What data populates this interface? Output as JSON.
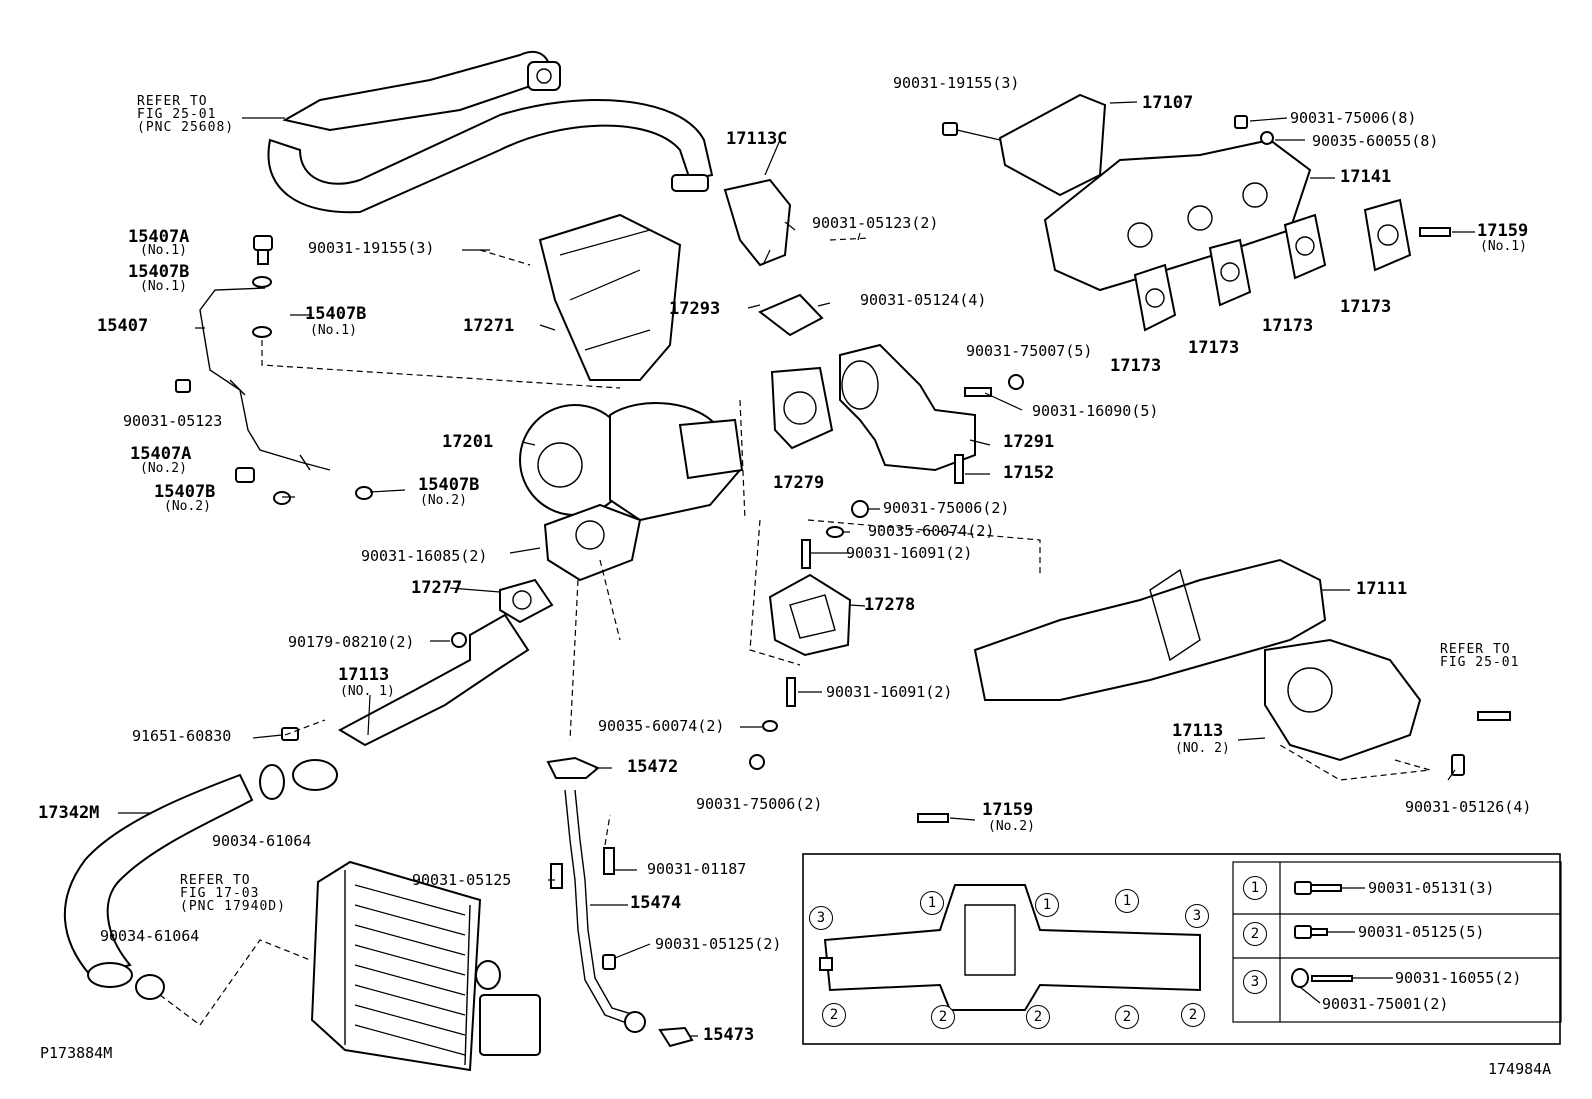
{
  "labels": {
    "ref_fig25_top": "REFER TO\nFIG 25-01\n(PNC 25608)",
    "p15407A_1": "15407A",
    "p15407A_1_sub": "(No.1)",
    "p15407B_1": "15407B",
    "p15407B_1_sub": "(No.1)",
    "p15407": "15407",
    "p15407B_1b": "15407B",
    "p15407B_1b_sub": "(No.1)",
    "p90031_05123": "90031-05123",
    "p15407A_2": "15407A",
    "p15407A_2_sub": "(No.2)",
    "p15407B_2": "15407B",
    "p15407B_2_sub": "(No.2)",
    "p15407B_2b": "15407B",
    "p15407B_2b_sub": "(No.2)",
    "p17271": "17271",
    "p90031_19155_3a": "90031-19155(3)",
    "p17201": "17201",
    "p90031_16085": "90031-16085(2)",
    "p17277": "17277",
    "p90179_08210": "90179-08210(2)",
    "p17113_1": "17113",
    "p17113_1_sub": "(NO. 1)",
    "p91651_60830": "91651-60830",
    "p17342M": "17342M",
    "p90034_61064a": "90034-61064",
    "ref_fig17": "REFER TO\nFIG 17-03\n(PNC 17940D)",
    "p90034_61064b": "90034-61064",
    "p_bottom_left": "P173884M",
    "p17113C": "17113C",
    "p90031_05123_2": "90031-05123(2)",
    "p17293": "17293",
    "p90031_05124": "90031-05124(4)",
    "p17279": "17279",
    "p90031_75007": "90031-75007(5)",
    "p90031_16090": "90031-16090(5)",
    "p17291": "17291",
    "p17152": "17152",
    "p90031_75006_2a": "90031-75006(2)",
    "p90035_60074_a": "90035-60074(2)",
    "p90031_16091_a": "90031-16091(2)",
    "p17278": "17278",
    "p90031_16091_b": "90031-16091(2)",
    "p90035_60074_b": "90035-60074(2)",
    "p15472": "15472",
    "p90031_75006_2b": "90031-75006(2)",
    "p90031_05125": "90031-05125",
    "p90031_01187": "90031-01187",
    "p15474": "15474",
    "p90031_05125_2": "90031-05125(2)",
    "p15473": "15473",
    "p90031_19155_3b": "90031-19155(3)",
    "p17107": "17107",
    "p90031_75006_8": "90031-75006(8)",
    "p90035_60055_8": "90035-60055(8)",
    "p17141": "17141",
    "p17159_1": "17159",
    "p17159_1_sub": "(No.1)",
    "p17173a": "17173",
    "p17173b": "17173",
    "p17173c": "17173",
    "p17173d": "17173",
    "p17111": "17111",
    "ref_fig25_right": "REFER TO\nFIG 25-01",
    "p17113_2": "17113",
    "p17113_2_sub": "(NO. 2)",
    "p90031_05126": "90031-05126(4)",
    "p17159_2": "17159",
    "p17159_2_sub": "(No.2)",
    "p_bottom_right": "174984A"
  },
  "legend": {
    "c1": "1",
    "c2": "2",
    "c3": "3",
    "r1": "90031-05131(3)",
    "r2": "90031-05125(5)",
    "r3a": "90031-16055(2)",
    "r3b": "90031-75001(2)"
  }
}
